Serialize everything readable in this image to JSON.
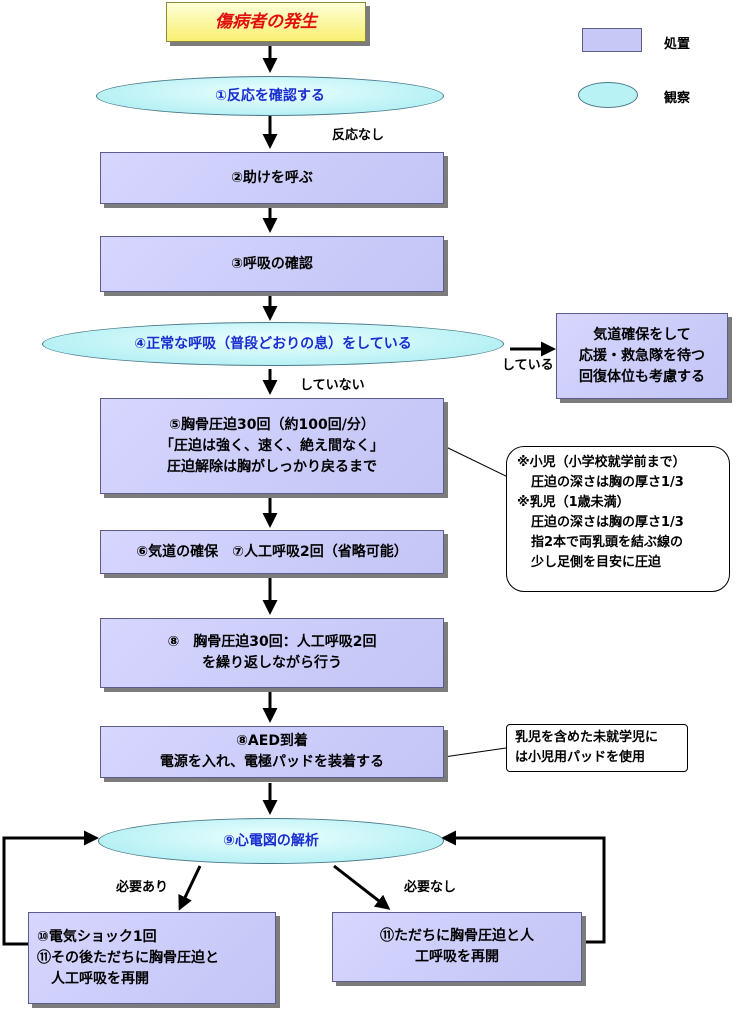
{
  "start": "傷病者の発生",
  "legend": {
    "action": "処置",
    "observe": "観察"
  },
  "steps": {
    "s1": "①反応を確認する",
    "s2": "②助けを呼ぶ",
    "s3": "③呼吸の確認",
    "s4": "④正常な呼吸（普段どおりの息）をしている",
    "side": [
      "気道確保をして",
      "応援・救急隊を待つ",
      "回復体位も考慮する"
    ],
    "s5": [
      "⑤胸骨圧迫30回（約100回/分）",
      "「圧迫は強く、速く、絶え間なく」",
      "圧迫解除は胸がしっかり戻るまで"
    ],
    "s6": "⑥気道の確保　⑦人工呼吸2回（省略可能）",
    "s8": [
      "⑧　胸骨圧迫30回：人工呼吸2回",
      "を繰り返しながら行う"
    ],
    "s8aed": [
      "⑧AED到着",
      "電源を入れ、電極パッドを装着する"
    ],
    "s9": "⑨心電図の解析",
    "s10": [
      "⑩電気ショック1回",
      "⑪その後ただちに胸骨圧迫と",
      "　人工呼吸を再開"
    ],
    "s11": [
      "⑪ただちに胸骨圧迫と人",
      "工呼吸を再開"
    ]
  },
  "labels": {
    "no_response": "反応なし",
    "breathing": "している",
    "not_breathing": "していない",
    "needed": "必要あり",
    "not_needed": "必要なし"
  },
  "notes": {
    "child": [
      "※小児（小学校就学前まで）",
      "圧迫の深さは胸の厚さ1/3",
      "※乳児（1歳未満）",
      "圧迫の深さは胸の厚さ1/3",
      "指2本で両乳頭を結ぶ線の",
      "少し足側を目安に圧迫"
    ],
    "pad": [
      "乳児を含めた未就学児に",
      "は小児用パッドを使用"
    ]
  }
}
